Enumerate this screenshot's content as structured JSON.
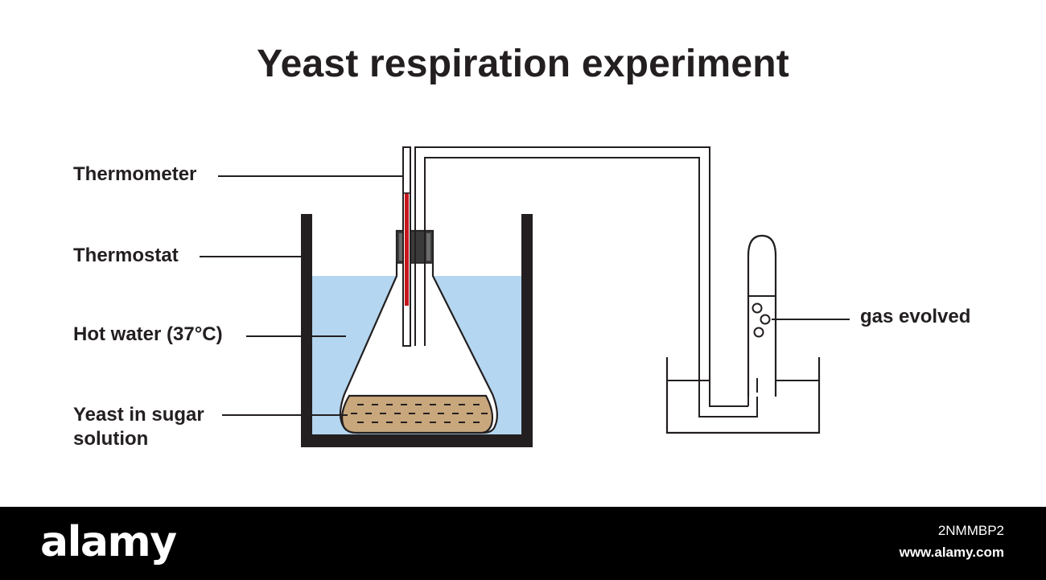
{
  "title": "Yeast respiration experiment",
  "labels": {
    "thermometer": "Thermometer",
    "thermostat": "Thermostat",
    "hot_water": "Hot water (37°C)",
    "yeast_line1": "Yeast in sugar",
    "yeast_line2": "solution",
    "gas": "gas evolved"
  },
  "colors": {
    "water": "#b4d6f0",
    "yeast": "#c8a77d",
    "thermometer_fluid": "#c8161d",
    "container": "#231f20"
  },
  "footer": {
    "logo": "alamy",
    "image_id": "2NMMBP2",
    "site": "www.alamy.com"
  }
}
